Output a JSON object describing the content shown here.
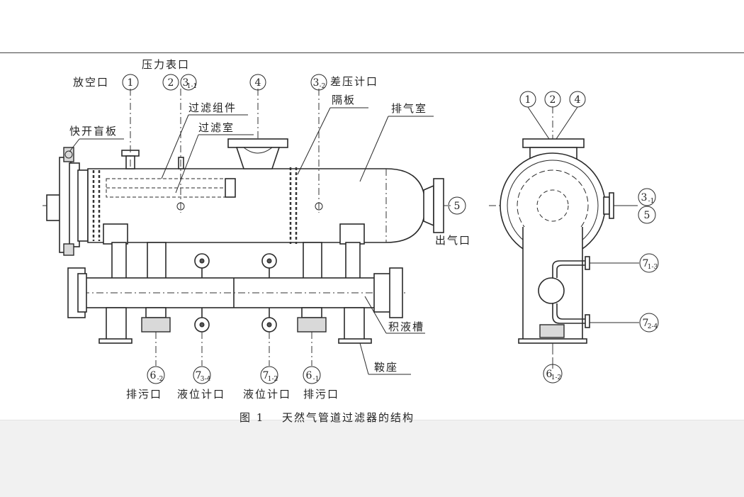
{
  "figure": {
    "caption_number": "图 1",
    "caption_text": "天然气管道过滤器的结构"
  },
  "labels": {
    "vent_port": "放空口",
    "pressure_gauge_port": "压力表口",
    "filter_element": "过滤组件",
    "filter_chamber": "过滤室",
    "quick_open_blind": "快开盲板",
    "diff_pressure_port": "差压计口",
    "partition": "隔板",
    "exhaust_chamber": "排气室",
    "gas_outlet": "出气口",
    "liquid_sump": "积液槽",
    "saddle": "鞍座",
    "drain_port_left": "排污口",
    "level_gauge_port_left": "液位计口",
    "level_gauge_port_right": "液位计口",
    "drain_port_right": "排污口"
  },
  "markers": {
    "m1": {
      "main": "1",
      "sub": ""
    },
    "m2": {
      "main": "2",
      "sub": ""
    },
    "m3_1": {
      "main": "3",
      "sub": "1-1"
    },
    "m4": {
      "main": "4",
      "sub": ""
    },
    "m3_2": {
      "main": "3",
      "sub": "-2"
    },
    "m5": {
      "main": "5",
      "sub": ""
    },
    "m6_2": {
      "main": "6",
      "sub": "-2"
    },
    "m7_3_4": {
      "main": "7",
      "sub": "3-4"
    },
    "m7_1_2": {
      "main": "7",
      "sub": "1-2"
    },
    "m6_1": {
      "main": "6",
      "sub": "-1"
    },
    "s1": {
      "main": "1",
      "sub": ""
    },
    "s2": {
      "main": "2",
      "sub": ""
    },
    "s4": {
      "main": "4",
      "sub": ""
    },
    "s3_1": {
      "main": "3",
      "sub": "-1"
    },
    "s5": {
      "main": "5",
      "sub": ""
    },
    "s7_1_3": {
      "main": "7",
      "sub": "1-3"
    },
    "s7_2_4": {
      "main": "7",
      "sub": "2-4"
    },
    "s6_1_2": {
      "main": "6",
      "sub": "1-2"
    }
  }
}
